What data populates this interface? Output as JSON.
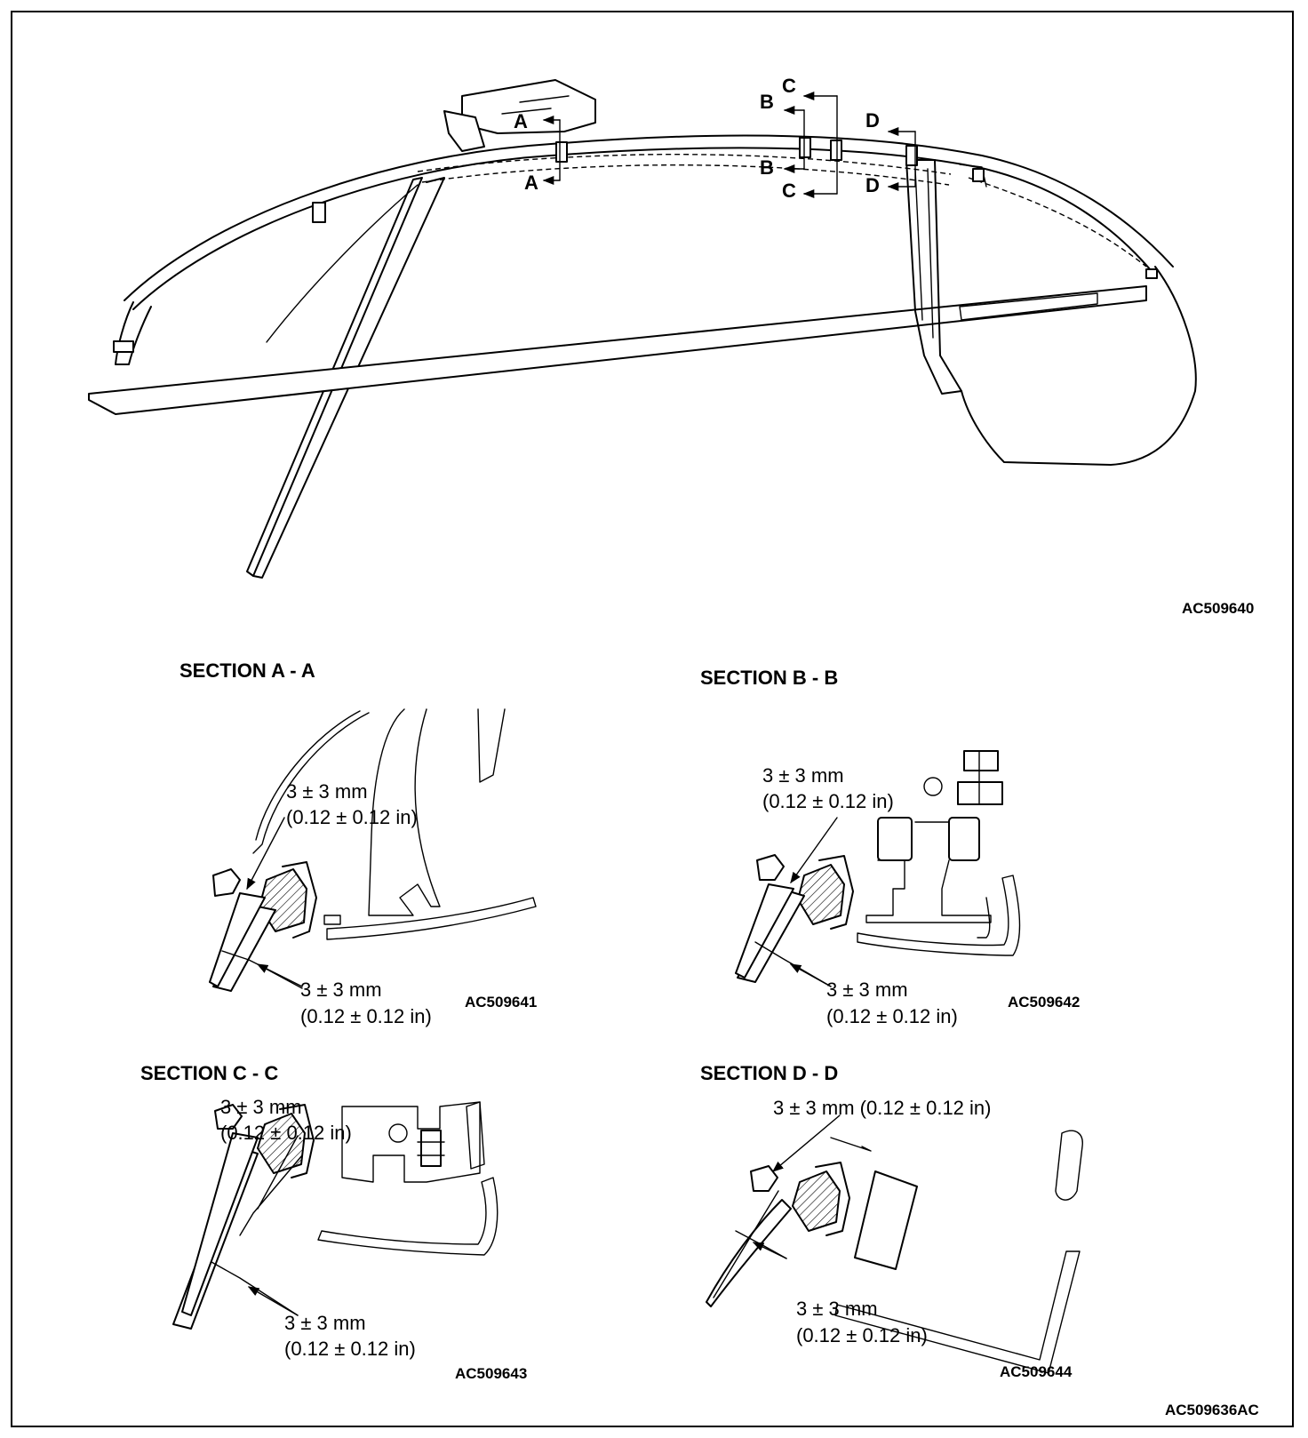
{
  "main_figure": {
    "code": "AC509640",
    "cut_markers": [
      "A",
      "A",
      "B",
      "B",
      "C",
      "C",
      "D",
      "D"
    ]
  },
  "sections": [
    {
      "title": "SECTION A - A",
      "dim_top_mm": "3 ± 3 mm",
      "dim_top_in": "(0.12 ± 0.12 in)",
      "dim_bottom_mm": "3 ± 3 mm",
      "dim_bottom_in": "(0.12 ± 0.12 in)",
      "code": "AC509641"
    },
    {
      "title": "SECTION B - B",
      "dim_top_mm": "3 ± 3 mm",
      "dim_top_in": "(0.12 ± 0.12 in)",
      "dim_bottom_mm": "3 ± 3 mm",
      "dim_bottom_in": "(0.12 ± 0.12 in)",
      "code": "AC509642"
    },
    {
      "title": "SECTION C - C",
      "dim_top_mm": "3 ± 3 mm",
      "dim_top_in": "(0.12 ± 0.12 in)",
      "dim_bottom_mm": "3 ± 3 mm",
      "dim_bottom_in": "(0.12 ± 0.12 in)",
      "code": "AC509643"
    },
    {
      "title": "SECTION D - D",
      "dim_top_combined": "3 ± 3 mm (0.12 ± 0.12 in)",
      "dim_bottom_mm": "3 ± 3 mm",
      "dim_bottom_in": "(0.12 ± 0.12 in)",
      "code": "AC509644"
    }
  ],
  "figure_code": "AC509636AC"
}
